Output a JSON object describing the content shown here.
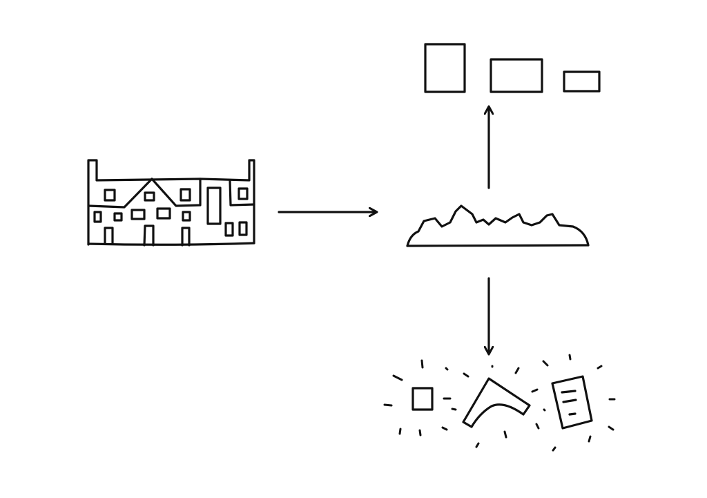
{
  "colors": {
    "background": "#ffffff",
    "ink": "#111111"
  },
  "diagram": {
    "nodes": [
      {
        "id": "building",
        "icon": "building-sketch"
      },
      {
        "id": "landscape",
        "icon": "terrain-sketch"
      },
      {
        "id": "blocks",
        "icon": "rectangles-sketch"
      },
      {
        "id": "fragments",
        "icon": "scattered-fragments-sketch"
      }
    ],
    "edges": [
      {
        "from": "building",
        "to": "landscape"
      },
      {
        "from": "landscape",
        "to": "blocks"
      },
      {
        "from": "landscape",
        "to": "fragments"
      }
    ]
  }
}
